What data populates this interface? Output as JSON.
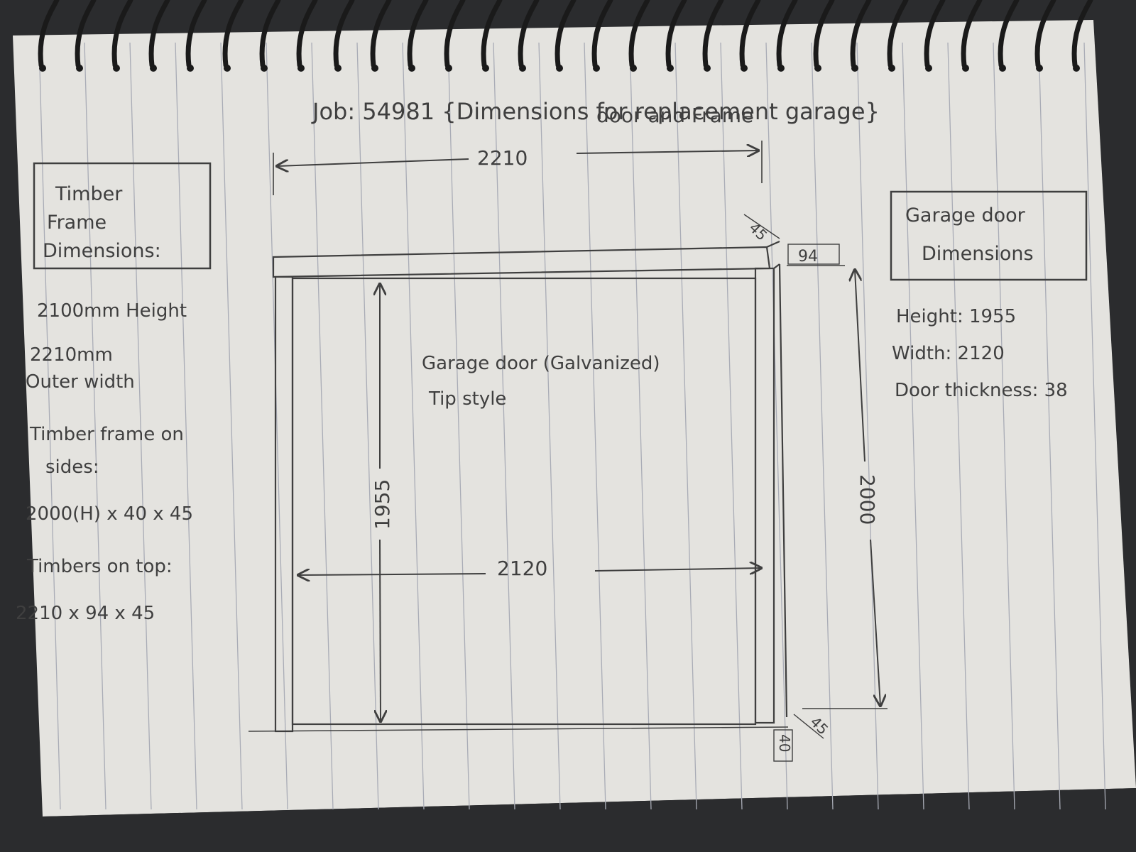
{
  "colors": {
    "paper": "#e4e3df",
    "paper_shadow": "#cfcdc8",
    "rule_line": "#a9acb6",
    "ink": "#3f3f3f",
    "binding": "#1a1a1a",
    "background": "#2b2c2e"
  },
  "title": {
    "line1": "Job: 54981 {Dimensions for replacement garage}",
    "line2": "door and Frame"
  },
  "timber_box": {
    "line1": "Timber",
    "line2": "Frame",
    "line3": "Dimensions:"
  },
  "timber_notes": [
    "2100mm Height",
    "2210mm",
    "Outer width",
    "Timber frame on",
    "sides:",
    "2000(H) x 40 x 45",
    "Timbers on top:",
    "2210 x 94 x 45"
  ],
  "door_box": {
    "line1": "Garage door",
    "line2": "Dimensions"
  },
  "door_notes": [
    "Height: 1955",
    "Width: 2120",
    "Door thickness: 38"
  ],
  "drawing": {
    "door_label_line1": "Garage door (Galvanized)",
    "door_label_line2": "Tip style",
    "dim_outer_width": "2210",
    "dim_door_width": "2120",
    "dim_door_height": "1955",
    "dim_frame_height": "2000",
    "dim_top_timber_width": "94",
    "dim_top_depth": "45",
    "dim_bottom_depth": "45",
    "dim_side_thickness": "40"
  }
}
